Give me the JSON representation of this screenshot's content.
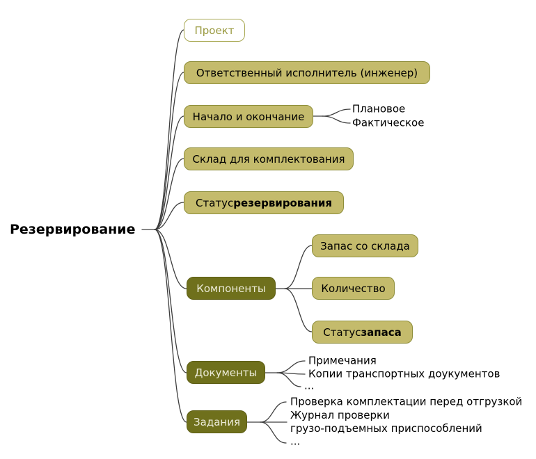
{
  "colors": {
    "light_fill": "#c4bb6c",
    "light_border": "#8e8e3a",
    "dark_fill": "#6f701c",
    "dark_border": "#5d5e15",
    "dark_text": "#ecebd8",
    "outline_fill": "#ffffff",
    "outline_border": "#a9a954",
    "outline_text": "#98983d",
    "edge": "#3d3d3d",
    "text": "#000000"
  },
  "root": {
    "label": "Резервирование"
  },
  "nodes": {
    "project": {
      "label": "Проект"
    },
    "engineer": {
      "label": "Ответственный исполнитель (инженер)"
    },
    "start_end": {
      "label": "Начало и окончание",
      "children": [
        "Плановое",
        "Фактическое"
      ]
    },
    "warehouse": {
      "label": "Склад для комплектования"
    },
    "reservation_status": {
      "prefix": "Статус ",
      "bold": "резервирования"
    },
    "components": {
      "label": "Компоненты",
      "children": {
        "stock": {
          "label": "Запас со склада"
        },
        "quantity": {
          "label": "Количество"
        },
        "stock_status": {
          "prefix": "Статус ",
          "bold": "запаса"
        }
      }
    },
    "documents": {
      "label": "Документы",
      "children": [
        "Примечания",
        "Копии транспортных доукументов",
        "..."
      ]
    },
    "tasks": {
      "label": "Задания",
      "children": [
        "Проверка комплектации перед отгрузкой",
        "Журнал проверки\nгрузо-подъемных приспособлений",
        "..."
      ]
    }
  }
}
